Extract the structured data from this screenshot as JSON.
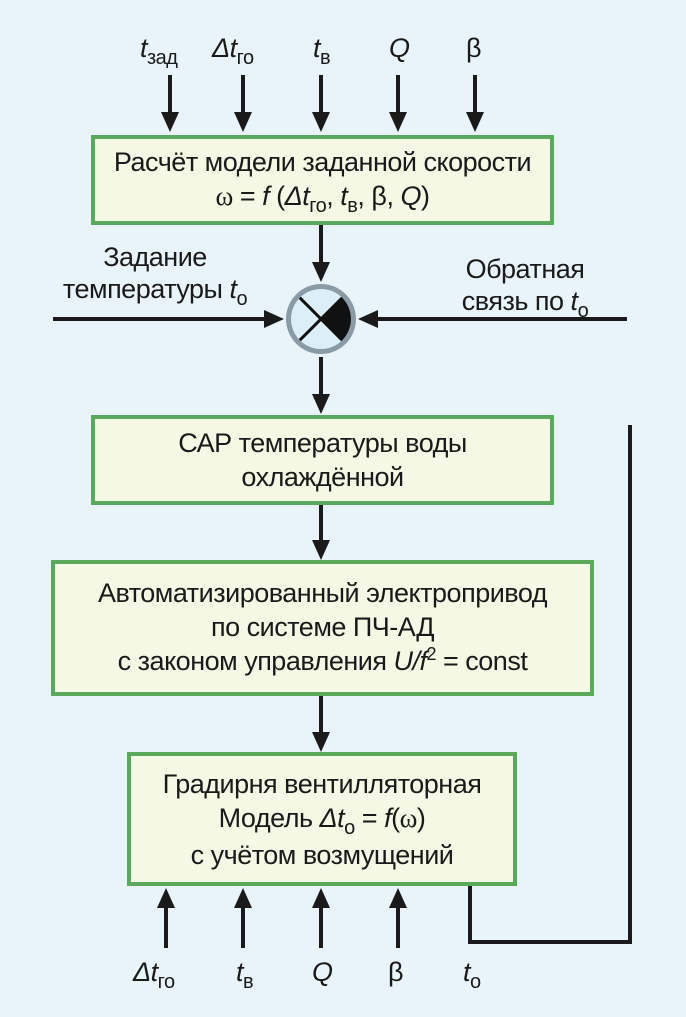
{
  "inputs_top": [
    {
      "sym": "t",
      "sub": "зад"
    },
    {
      "sym": "Δt",
      "sub": "го"
    },
    {
      "sym": "t",
      "sub": "в"
    },
    {
      "sym": "Q",
      "sub": ""
    },
    {
      "sym": "β",
      "sub": ""
    }
  ],
  "box1": {
    "line1": "Расчёт модели заданной скорости",
    "omega": "ω",
    "eq": "=",
    "f": "f",
    "args_open": " (",
    "dt": "Δt",
    "dt_sub": "го",
    "comma1": ", ",
    "t": "t",
    "t_sub": "в",
    "rest": ", β, ",
    "q": "Q",
    "close": ")"
  },
  "left_input": {
    "line1": "Задание",
    "line2": "температуры ",
    "t": "t",
    "t_sub": "о"
  },
  "right_input": {
    "line1": "Обратная",
    "line2": "связь по ",
    "t": "t",
    "t_sub": "о"
  },
  "box2": {
    "line1": "САР температуры воды",
    "line2": "охлаждённой"
  },
  "box3": {
    "line1": "Автоматизированный электропривод",
    "line2": "по системе ПЧ-АД",
    "line3_pre": "с законом управления ",
    "u": "U",
    "slash": "/",
    "f": "f",
    "sup": "2",
    "line3_post": " = const"
  },
  "box4": {
    "line1": "Градирня вентилляторная",
    "line2_pre": "Модель ",
    "dt": "Δt",
    "dt_sub": "о",
    "eq": " = ",
    "f": "f",
    "paren_open": "(",
    "omega": "ω",
    "paren_close": ")",
    "line3": "с учётом возмущений"
  },
  "inputs_bottom": [
    {
      "sym": "Δt",
      "sub": "го"
    },
    {
      "sym": "t",
      "sub": "в"
    },
    {
      "sym": "Q",
      "sub": ""
    },
    {
      "sym": "β",
      "sub": ""
    },
    {
      "sym": "t",
      "sub": "о"
    }
  ],
  "colors": {
    "background": "#e8f4fa",
    "box_fill": "#f4f8e4",
    "box_border": "#5aaa5c",
    "line": "#1a1a1a",
    "comparator_fill": "#dceff8",
    "comparator_ring": "#8a9aa6"
  }
}
